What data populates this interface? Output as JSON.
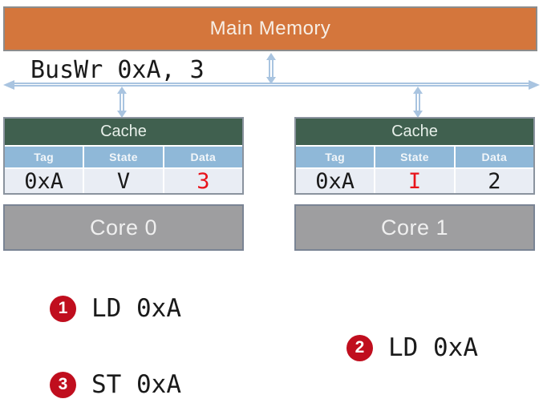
{
  "colors": {
    "memory_fill": "#d4763c",
    "memory_border": "#8c8c8c",
    "cache_header_fill": "#40604f",
    "col_header_fill": "#8fb8d8",
    "row_fill": "#e9edf4",
    "table_border": "#8a939e",
    "core_fill": "#9e9ea0",
    "core_border": "#7a8494",
    "bus_color": "#a9c4e0",
    "badge_red": "#c00e1e",
    "text_dark": "#1a1a1a"
  },
  "main_memory": {
    "label": "Main Memory"
  },
  "bus": {
    "label": "BusWr 0xA, 3"
  },
  "caches": [
    {
      "title": "Cache",
      "columns": [
        "Tag",
        "State",
        "Data"
      ],
      "row": {
        "tag": {
          "text": "0xA",
          "color": "#1a1a1a"
        },
        "state": {
          "text": "V",
          "color": "#1a1a1a"
        },
        "data": {
          "text": "3",
          "color": "#e8131b"
        }
      },
      "core_label": "Core 0"
    },
    {
      "title": "Cache",
      "columns": [
        "Tag",
        "State",
        "Data"
      ],
      "row": {
        "tag": {
          "text": "0xA",
          "color": "#1a1a1a"
        },
        "state": {
          "text": "I",
          "color": "#e8131b"
        },
        "data": {
          "text": "2",
          "color": "#1a1a1a"
        }
      },
      "core_label": "Core 1"
    }
  ],
  "steps": [
    {
      "number": "1",
      "instruction": "LD 0xA"
    },
    {
      "number": "2",
      "instruction": "LD 0xA"
    },
    {
      "number": "3",
      "instruction": "ST 0xA"
    }
  ]
}
